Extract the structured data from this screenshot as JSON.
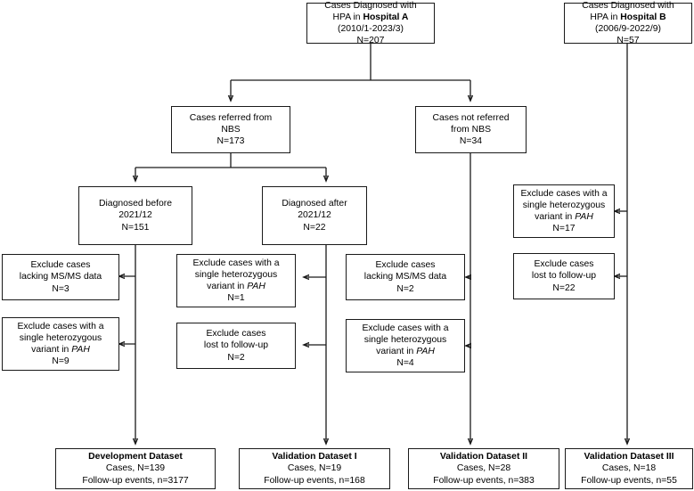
{
  "diagram": {
    "title": "Patient selection flowchart for HPA cohorts",
    "type": "flowchart",
    "nodes": [
      {
        "id": "hospital_a",
        "lines": [
          {
            "text": "Cases Diagnosed with",
            "bold": false
          },
          {
            "text": "HPA in ",
            "bold": false,
            "bold_tail": "Hospital A"
          },
          {
            "text": "(2010/1-2023/3)",
            "bold": false
          },
          {
            "text": "N=207",
            "bold": false
          }
        ]
      },
      {
        "id": "hospital_b",
        "lines": [
          {
            "text": "Cases Diagnosed with"
          },
          {
            "text": "HPA in ",
            "bold_tail": "Hospital B"
          },
          {
            "text": "(2006/9-2022/9)"
          },
          {
            "text": "N=57"
          }
        ]
      },
      {
        "id": "referred_nbs",
        "lines": [
          {
            "text": "Cases referred from"
          },
          {
            "text": "NBS"
          },
          {
            "text": "N=173"
          }
        ]
      },
      {
        "id": "not_referred_nbs",
        "lines": [
          {
            "text": "Cases not referred"
          },
          {
            "text": "from NBS"
          },
          {
            "text": "N=34"
          }
        ]
      },
      {
        "id": "diagnosed_before",
        "lines": [
          {
            "text": "Diagnosed before"
          },
          {
            "text": "2021/12"
          },
          {
            "text": "N=151"
          }
        ]
      },
      {
        "id": "diagnosed_after",
        "lines": [
          {
            "text": "Diagnosed after"
          },
          {
            "text": "2021/12"
          },
          {
            "text": "N=22"
          }
        ]
      },
      {
        "id": "excl_b_hetero",
        "lines": [
          {
            "text": "Exclude cases with a"
          },
          {
            "text": "single heterozygous"
          },
          {
            "text": "variant in "
          },
          {
            "text": "N=17"
          }
        ]
      },
      {
        "id": "excl_b_lost",
        "lines": [
          {
            "text": "Exclude cases"
          },
          {
            "text": "lost to follow-up"
          },
          {
            "text": "N=22"
          }
        ]
      },
      {
        "id": "excl_a1_msms",
        "lines": [
          {
            "text": "Exclude cases"
          },
          {
            "text": "lacking MS/MS data"
          },
          {
            "text": "N=3"
          }
        ]
      },
      {
        "id": "excl_a1_hetero",
        "lines": [
          {
            "text": "Exclude cases with a"
          },
          {
            "text": "single heterozygous"
          },
          {
            "text": "variant in "
          },
          {
            "text": "N=9"
          }
        ]
      },
      {
        "id": "excl_a2_hetero",
        "lines": [
          {
            "text": "Exclude cases with a"
          },
          {
            "text": "single heterozygous"
          },
          {
            "text": "variant in "
          },
          {
            "text": "N=1"
          }
        ]
      },
      {
        "id": "excl_a2_lost",
        "lines": [
          {
            "text": "Exclude cases"
          },
          {
            "text": "lost to follow-up"
          },
          {
            "text": "N=2"
          }
        ]
      },
      {
        "id": "excl_a3_msms",
        "lines": [
          {
            "text": "Exclude cases"
          },
          {
            "text": "lacking MS/MS data"
          },
          {
            "text": "N=2"
          }
        ]
      },
      {
        "id": "excl_a3_hetero",
        "lines": [
          {
            "text": "Exclude cases with a"
          },
          {
            "text": "single heterozygous"
          },
          {
            "text": "variant in "
          },
          {
            "text": "N=4"
          }
        ]
      }
    ]
  },
  "top": {
    "hospital_a": {
      "line1": "Cases Diagnosed with",
      "line2_prefix": "HPA in ",
      "line2_bold": "Hospital A",
      "line3": "(2010/1-2023/3)",
      "line4": "N=207"
    },
    "hospital_b": {
      "line1": "Cases Diagnosed with",
      "line2_prefix": "HPA in ",
      "line2_bold": "Hospital B",
      "line3": "(2006/9-2022/9)",
      "line4": "N=57"
    }
  },
  "level2": {
    "referred": {
      "line1": "Cases referred from",
      "line2": "NBS",
      "line3": "N=173"
    },
    "not_referred": {
      "line1": "Cases not referred",
      "line2": "from NBS",
      "line3": "N=34"
    }
  },
  "level3": {
    "before": {
      "line1": "Diagnosed before",
      "line2": "2021/12",
      "line3": "N=151"
    },
    "after": {
      "line1": "Diagnosed after",
      "line2": "2021/12",
      "line3": "N=22"
    }
  },
  "exclusions": {
    "b_hetero": {
      "line1": "Exclude cases with a",
      "line2": "single heterozygous",
      "line3_prefix": "variant in ",
      "line3_gene": "PAH",
      "line4": "N=17"
    },
    "b_lost": {
      "line1": "Exclude cases",
      "line2": "lost to follow-up",
      "line3": "N=22"
    },
    "a1_msms": {
      "line1": "Exclude cases",
      "line2": "lacking MS/MS data",
      "line3": "N=3"
    },
    "a1_hetero": {
      "line1": "Exclude cases with a",
      "line2": "single heterozygous",
      "line3_prefix": "variant in ",
      "line3_gene": "PAH",
      "line4": "N=9"
    },
    "a2_hetero": {
      "line1": "Exclude cases with a",
      "line2": "single heterozygous",
      "line3_prefix": "variant in ",
      "line3_gene": "PAH",
      "line4": "N=1"
    },
    "a2_lost": {
      "line1": "Exclude cases",
      "line2": "lost to follow-up",
      "line3": "N=2"
    },
    "a3_msms": {
      "line1": "Exclude cases",
      "line2": "lacking MS/MS data",
      "line3": "N=2"
    },
    "a3_hetero": {
      "line1": "Exclude cases with a",
      "line2": "single heterozygous",
      "line3_prefix": "variant in ",
      "line3_gene": "PAH",
      "line4": "N=4"
    }
  },
  "datasets": {
    "development": {
      "title": "Development Dataset",
      "cases": "Cases, N=139",
      "events": "Follow-up events, n=3177"
    },
    "validation_i": {
      "title": "Validation Dataset I",
      "cases": "Cases, N=19",
      "events": "Follow-up events, n=168"
    },
    "validation_ii": {
      "title": "Validation Dataset II",
      "cases": "Cases, N=28",
      "events": "Follow-up events, n=383"
    },
    "validation_iii": {
      "title": "Validation Dataset III",
      "cases": "Cases, N=18",
      "events": "Follow-up events, n=55"
    }
  },
  "colors": {
    "stroke": "#1a1a1a",
    "background": "#ffffff",
    "text": "#000000"
  }
}
